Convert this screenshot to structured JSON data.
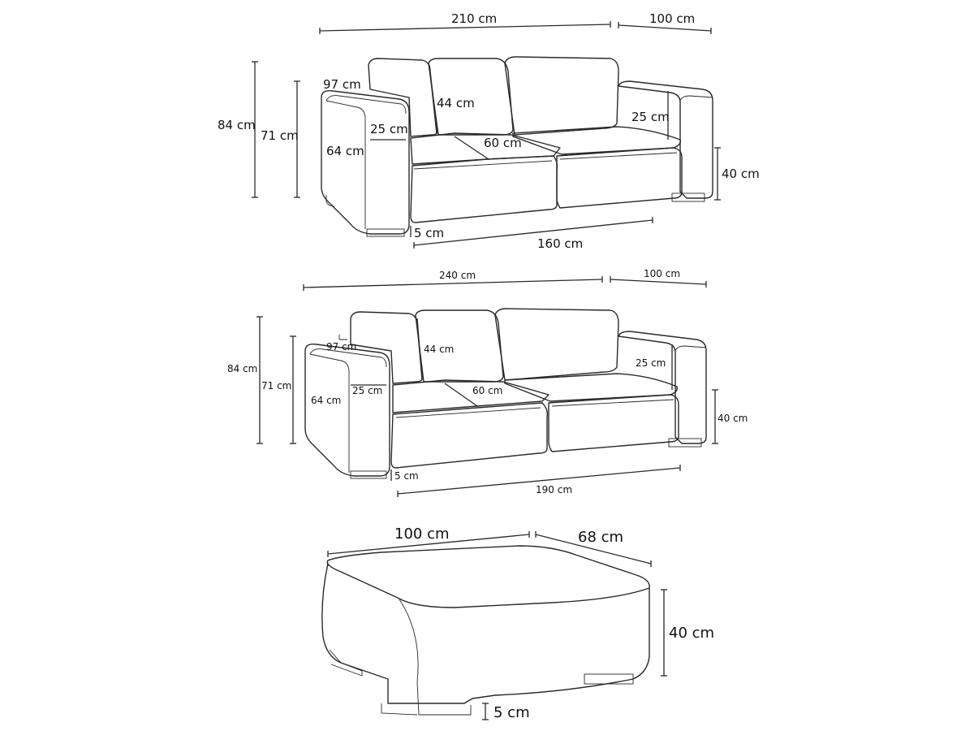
{
  "sofa_3_seater": {
    "width": "210 cm",
    "depth": "100 cm",
    "total_height": "84 cm",
    "back_height": "71 cm",
    "armrest_height": "64 cm",
    "armrest_depth": "97 cm",
    "cushion_height": "44 cm",
    "armrest_width": "25 cm",
    "cushion_thickness": "25 cm",
    "seat_depth": "60 cm",
    "seat_height": "40 cm",
    "feet_height": "5 cm",
    "seat_width": "160 cm"
  },
  "sofa_4_seater": {
    "width": "240 cm",
    "depth": "100 cm",
    "total_height": "84 cm",
    "back_height": "71 cm",
    "armrest_height": "64 cm",
    "armrest_depth": "97 cm",
    "cushion_height": "44 cm",
    "armrest_width": "25 cm",
    "cushion_thickness": "25 cm",
    "seat_depth": "60 cm",
    "seat_height": "40 cm",
    "feet_height": "5 cm",
    "seat_width": "190 cm"
  },
  "ottoman": {
    "width": "100 cm",
    "depth": "68 cm",
    "height": "40 cm",
    "feet_height": "5 cm"
  }
}
